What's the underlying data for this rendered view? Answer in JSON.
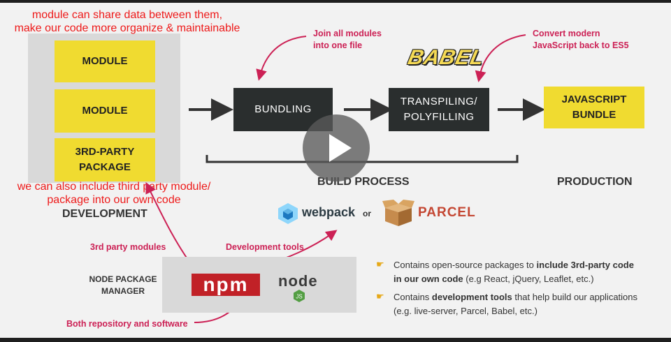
{
  "notes": {
    "top": "module can share data between them,\nmake our code more organize & maintainable",
    "bottom": "we can also include third party module/\npackage into our own code"
  },
  "development": {
    "modules": [
      "MODULE",
      "MODULE",
      "3RD-PARTY\nPACKAGE"
    ],
    "label": "DEVELOPMENT"
  },
  "build": {
    "bundling": "BUNDLING",
    "transpiling": "TRANSPILING/\nPOLYFILLING",
    "bundling_note": "Join all modules\ninto one file",
    "transpiling_note": "Convert modern\nJavaScript back to ES5",
    "babel_logo": "BABEL",
    "label": "BUILD PROCESS"
  },
  "production": {
    "bundle": "JAVASCRIPT\nBUNDLE",
    "label": "PRODUCTION"
  },
  "tools": {
    "webpack": "webpack",
    "or": "or",
    "parcel": "PARCEL"
  },
  "npm": {
    "label": "NODE PACKAGE\nMANAGER",
    "logo": "npm",
    "node_logo": "node",
    "third_party": "3rd party modules",
    "dev_tools": "Development tools",
    "both": "Both repository and software"
  },
  "bullets": [
    {
      "pre": "Contains open-source packages to ",
      "bold": "include 3rd-party code in our own code",
      "post": " (e.g React, jQuery, Leaflet, etc.)"
    },
    {
      "pre": "Contains ",
      "bold": "development tools",
      "post": " that help build our applications (e.g. live-server, Parcel, Babel, etc.)"
    }
  ],
  "colors": {
    "yellow": "#f0db30",
    "dark": "#2a2e2e",
    "pink": "#cc2155",
    "red": "#ee1a1a",
    "npm_red": "#c12127",
    "node_green": "#539e43"
  }
}
